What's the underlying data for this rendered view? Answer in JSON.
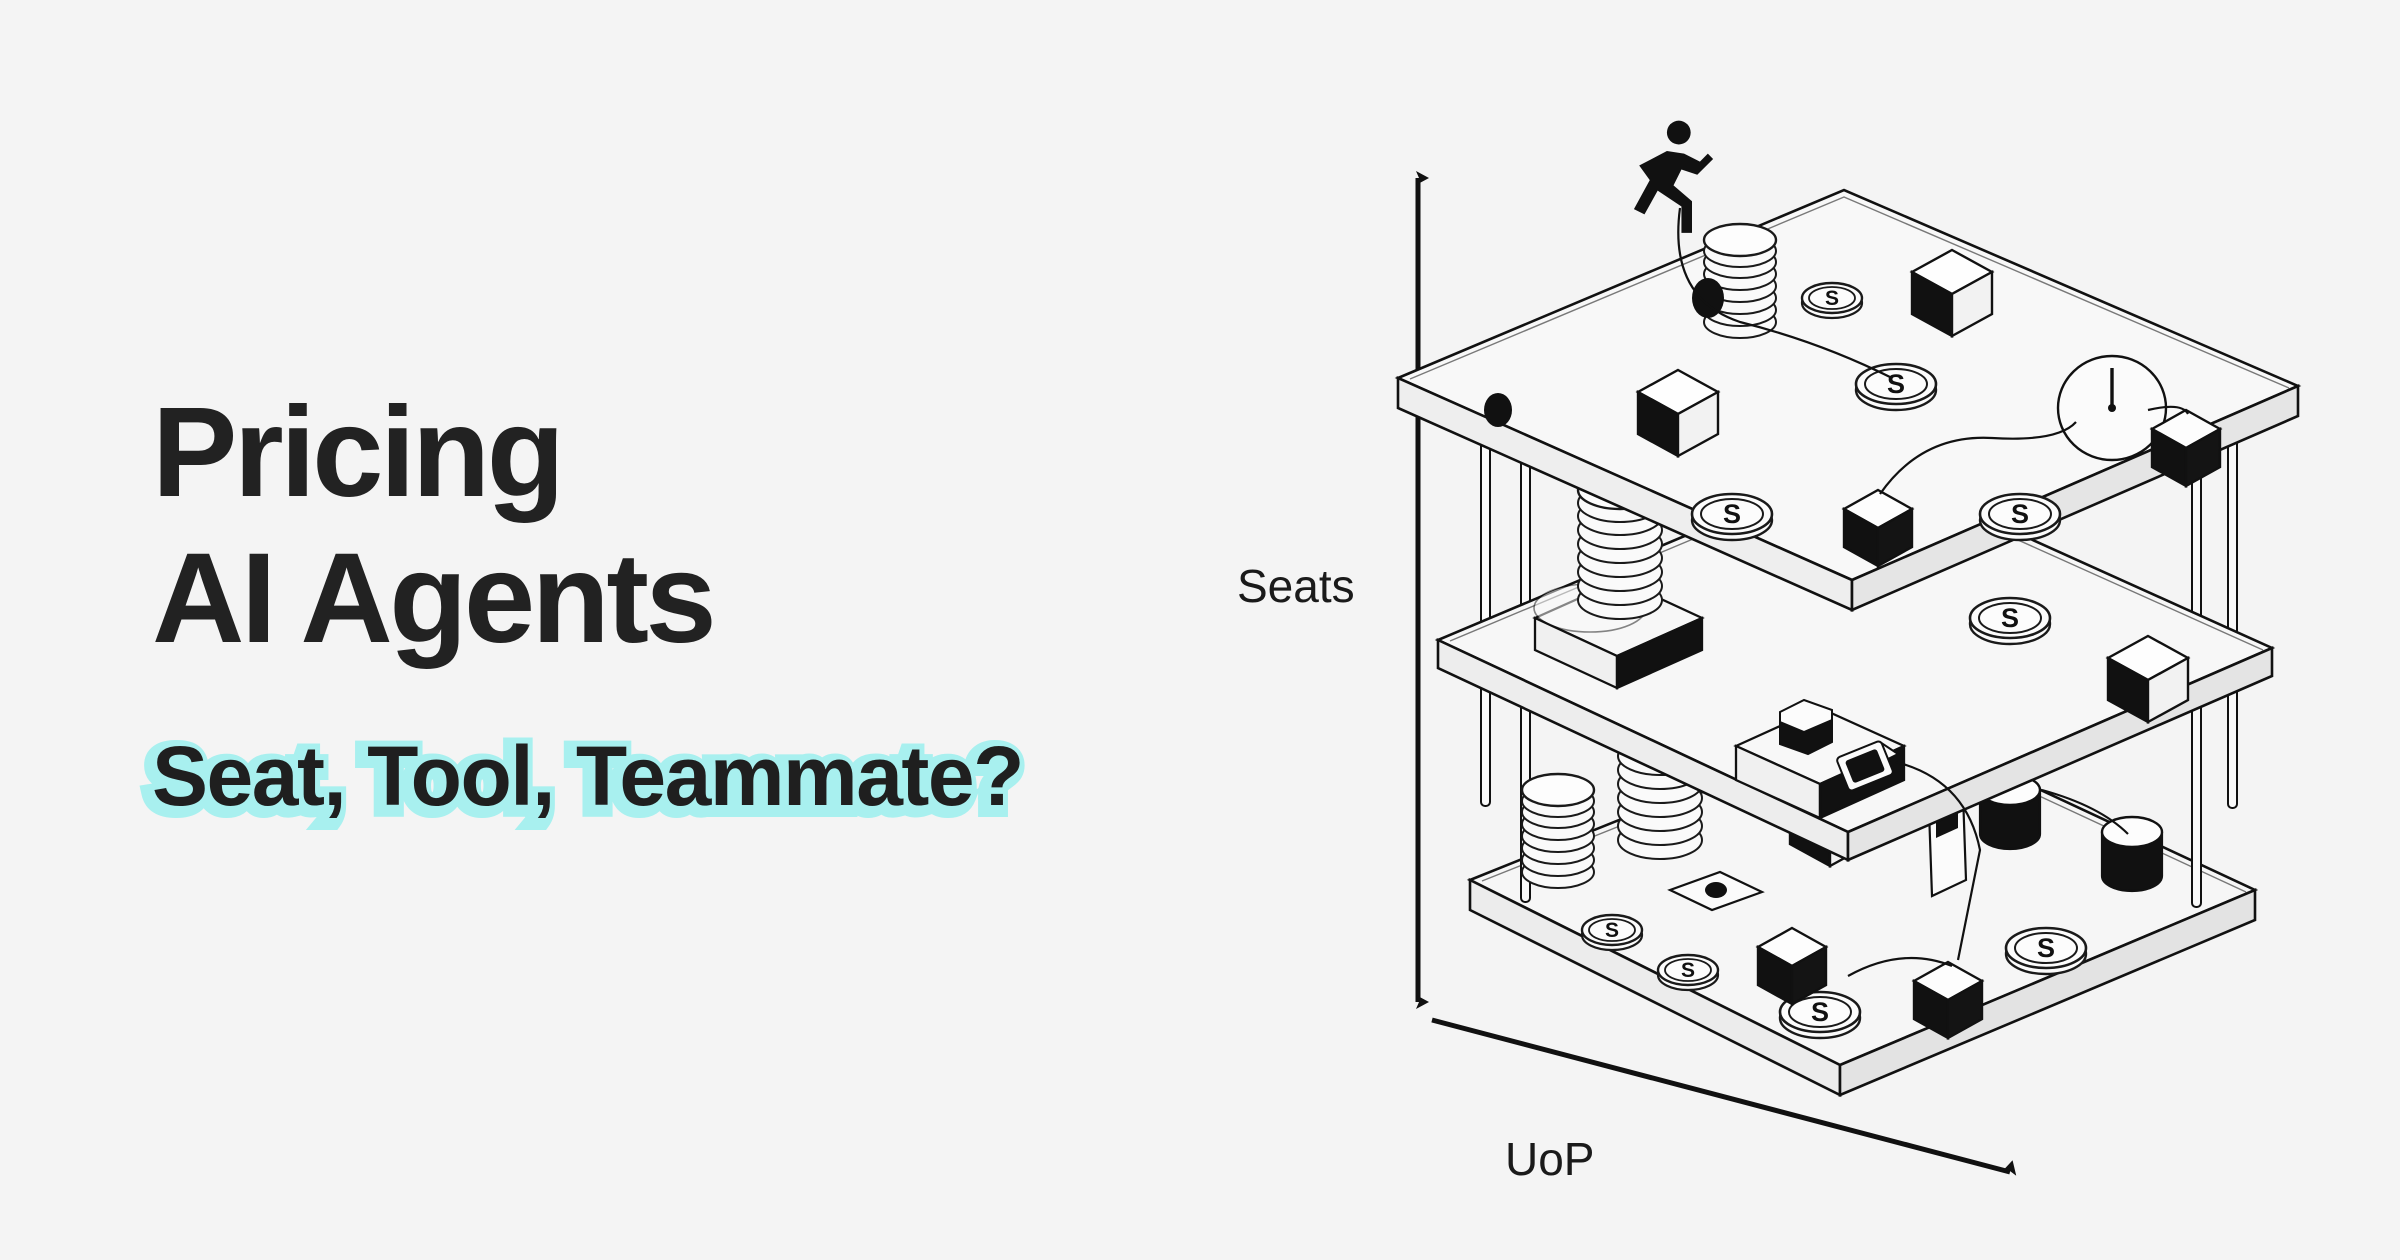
{
  "page": {
    "background_color": "#f4f4f4",
    "text_color": "#222222",
    "accent_color": "#a8f0ef"
  },
  "hero": {
    "headline_line1": "Pricing",
    "headline_line2": "AI Agents",
    "subtitle": "Seat, Tool, Teammate?"
  },
  "illustration": {
    "name": "isometric-three-tier-shelf-diagram",
    "vertical_axis_label": "Seats",
    "depth_axis_label": "UoP",
    "coin_symbol": "S",
    "tiers": [
      {
        "name": "top-platform",
        "items": [
          "running-person-icon",
          "coin-stack-icon",
          "coin-s-icon",
          "coin-s-icon",
          "coin-s-icon",
          "black-cube-icon",
          "black-cube-icon",
          "black-cube-icon",
          "white-cube-icon",
          "gauge-icon",
          "dot-icon"
        ]
      },
      {
        "name": "middle-platform",
        "items": [
          "coin-stack-icon",
          "hex-nut-icon",
          "camera-icon",
          "coin-s-icon",
          "black-cube-icon"
        ]
      },
      {
        "name": "bottom-platform",
        "items": [
          "coin-stack-icon",
          "coin-stack-icon",
          "black-cube-icon",
          "white-cube-icon",
          "black-cube-icon",
          "coin-s-icon",
          "coin-s-icon",
          "coin-s-icon",
          "cylinder-icon",
          "cylinder-icon",
          "flag-icon",
          "diamond-icon"
        ]
      }
    ]
  }
}
